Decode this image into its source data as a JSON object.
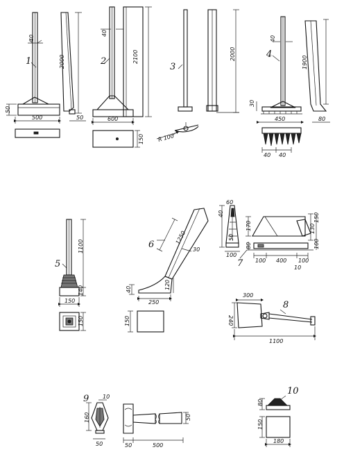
{
  "labels": {
    "n1": "1",
    "n2": "2",
    "n3": "3",
    "n4": "4",
    "n5": "5",
    "n6": "6",
    "n7": "7",
    "n8": "8",
    "n9": "9",
    "n10": "10"
  },
  "dims": {
    "t1_w": "40",
    "t1_h": "2000",
    "t1_left": "50",
    "t1_base": "500",
    "t1_right": "50",
    "t2_w": "40",
    "t2_h": "2100",
    "t2_base": "600",
    "t2_side": "150",
    "t3_h": "2000",
    "t3_r": "R 100",
    "t4_w": "40",
    "t4_h": "1900",
    "t4_left": "30",
    "t4_base": "450",
    "t4_right": "80",
    "t4_t1": "40",
    "t4_t2": "40",
    "t5_h": "1100",
    "t5_s": "140",
    "t5_base": "150",
    "t5_side": "150",
    "t6_len": "1250",
    "t6_w": "30",
    "t6_left": "40",
    "t6_h": "120",
    "t6_base": "250",
    "t6_side": "150",
    "t7_a": "60",
    "t7_b": "40",
    "t7_c": "50",
    "t7_d": "100",
    "t7_e": "170",
    "t7_f": "80",
    "t7_g": "100",
    "t7_h": "400",
    "t7_i": "100",
    "t7_j": "10",
    "t7_k": "150",
    "t7_l": "130",
    "t7_m": "100",
    "t8_w": "300",
    "t8_h": "240",
    "t8_len": "1100",
    "t9_a": "10",
    "t9_b": "160",
    "t9_c": "50",
    "t9_d": "50",
    "t9_len": "500",
    "t9_e": "50",
    "t10_a": "80",
    "t10_b": "150",
    "t10_w": "180"
  }
}
